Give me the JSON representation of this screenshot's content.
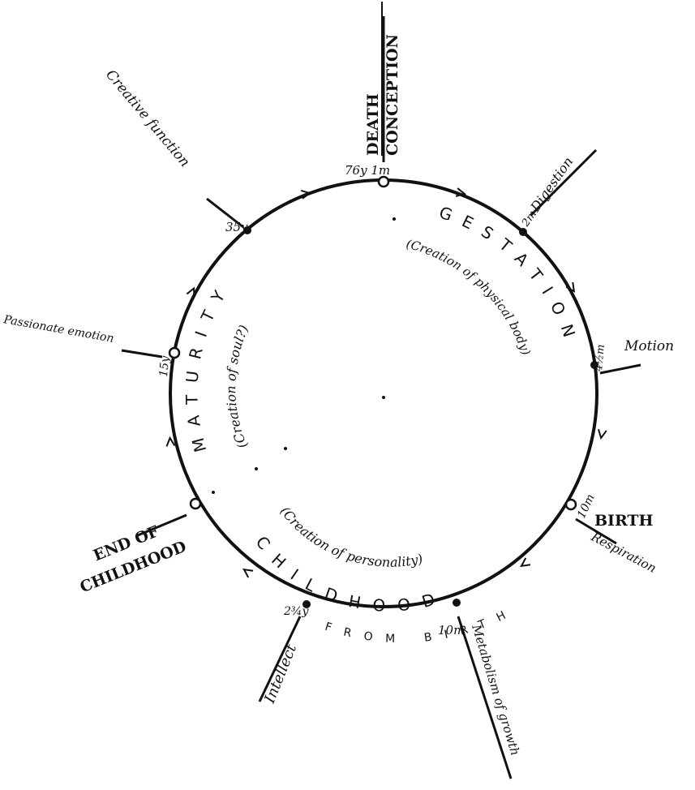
{
  "cycle": {
    "top": {
      "upper": "DEATH",
      "lower": "CONCEPTION",
      "time": "76y 1m"
    },
    "digestion": {
      "time": "2m",
      "label": "Digestion"
    },
    "motion": {
      "time": "4½m",
      "label": "Motion"
    },
    "birth": {
      "time": "10m",
      "label": "BIRTH",
      "sub": "Respiration"
    },
    "growth": {
      "time": "10m",
      "label": "Metabolism of growth"
    },
    "intellect": {
      "time": "2¾y",
      "label": "Intellect"
    },
    "childhood_end": {
      "line1": "END OF",
      "line2": "CHILDHOOD"
    },
    "passion": {
      "time": "15y",
      "label": "Passionate emotion"
    },
    "creative": {
      "time": "35y",
      "label": "Creative function"
    }
  },
  "phases": {
    "gestation": {
      "name": "GESTATION",
      "sub": "(Creation of physical body)"
    },
    "childhood": {
      "name": "CHILDHOOD",
      "sub": "(Creation of personality)",
      "from_birth": "FROM BIRTH"
    },
    "maturity": {
      "name": "MATURITY",
      "sub": "(Creation of soul?)"
    }
  }
}
